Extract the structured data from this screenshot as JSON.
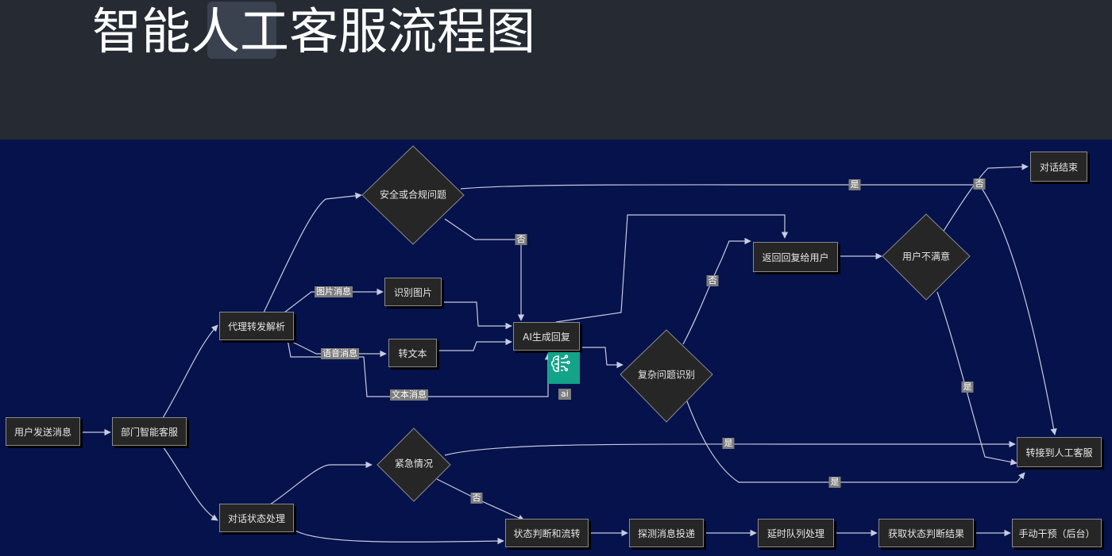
{
  "title": "智能人工客服流程图",
  "colors": {
    "canvas": "#05124b",
    "node_fill": "#262626",
    "edge": "#c8cbe0",
    "icon_bg": "#12a389"
  },
  "nodes": {
    "user_send": "用户发送消息",
    "dept_ai": "部门智能客服",
    "proxy": "代理转发解析",
    "dialog_state": "对话状态处理",
    "safety": "安全或合规问题",
    "recognize_image": "识别图片",
    "to_text": "转文本",
    "ai_reply": "AI生成回复",
    "complex": "复杂问题识别",
    "return_reply": "返回回复给用户",
    "unsatisfied": "用户不满意",
    "end": "对话结束",
    "transfer": "转接到人工客服",
    "urgent": "紧急情况",
    "state_judge": "状态判断和流转",
    "probe": "探测消息投递",
    "delay_queue": "延时队列处理",
    "get_state": "获取状态判断结果",
    "manual": "手动干预（后台）"
  },
  "edge_labels": {
    "image_msg": "图片消息",
    "voice_msg": "语音消息",
    "text_msg": "文本消息",
    "safety_yes": "是",
    "safety_no": "否",
    "complex_no": "否",
    "complex_yes": "是",
    "unsat_no": "否",
    "unsat_yes": "是",
    "urgent_yes": "是",
    "urgent_no": "否"
  },
  "icon": {
    "name": "ai-brain-icon",
    "caption": "ai"
  }
}
